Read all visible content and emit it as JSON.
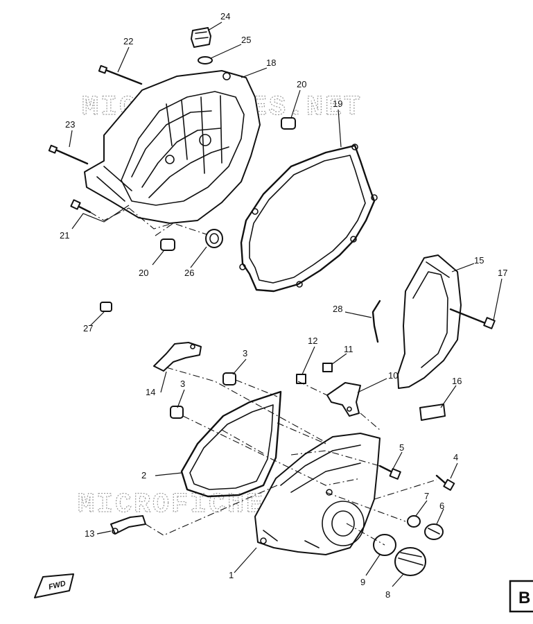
{
  "watermark": {
    "top": "MICROFICHES.NET",
    "bottom": "MICROFICHES.NET"
  },
  "corner_label": "B",
  "forward_marker": "FWD",
  "callouts": {
    "p1": "1",
    "p2": "2",
    "p3a": "3",
    "p3b": "3",
    "p4": "4",
    "p5": "5",
    "p6": "6",
    "p7": "7",
    "p8": "8",
    "p9": "9",
    "p10": "10",
    "p11": "11",
    "p12": "12",
    "p13": "13",
    "p14": "14",
    "p15": "15",
    "p16": "16",
    "p17": "17",
    "p18": "18",
    "p19": "19",
    "p20a": "20",
    "p20b": "20",
    "p21": "21",
    "p22": "22",
    "p23": "23",
    "p24": "24",
    "p25": "25",
    "p26": "26",
    "p27": "27",
    "p28": "28"
  }
}
